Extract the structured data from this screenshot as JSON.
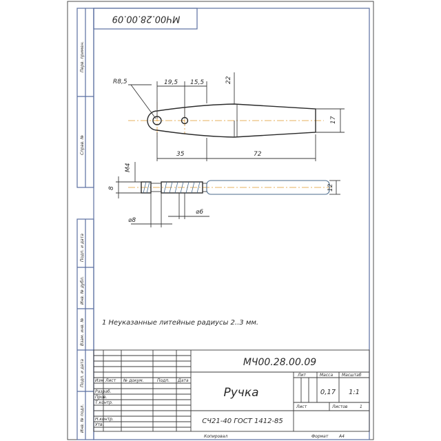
{
  "title_block": {
    "designation_top": "МЧ00.28.00.09",
    "designation": "МЧ00.28.00.09",
    "part_name": "Ручка",
    "material": "СЧ21-40 ГОСТ 1412-85",
    "mass": "0,17",
    "scale": "1:1",
    "col_lit": "Лит",
    "col_mass": "Масса",
    "col_scale": "Масштаб",
    "sheet_label": "Лист",
    "sheets_label": "Листов",
    "sheets_value": "1",
    "row_headers": [
      "Изм",
      "Лист",
      "№ докум.",
      "Подп.",
      "Дата"
    ],
    "roles": [
      "Разраб.",
      "Пров.",
      "Т.контр.",
      "Н.контр.",
      "Утв."
    ],
    "copied": "Копировал",
    "format_label": "Формат",
    "format_value": "А4"
  },
  "side_labels": [
    "Перв. примен.",
    "Справ. №",
    "Подп. и дата",
    "Инв. № дубл.",
    "Взам. инв. №",
    "Подп. и дата",
    "Инв. № подл."
  ],
  "dimensions": {
    "r85": "R8,5",
    "d195": "19,5",
    "d155": "15,5",
    "d22": "22",
    "d17": "17",
    "d35": "35",
    "d72": "72",
    "m4": "М4",
    "d8": "8",
    "d12": "12",
    "phi8": "⌀8",
    "phi6": "⌀6"
  },
  "note": "1 Неуказанные литейные радиусы 2..3 мм."
}
